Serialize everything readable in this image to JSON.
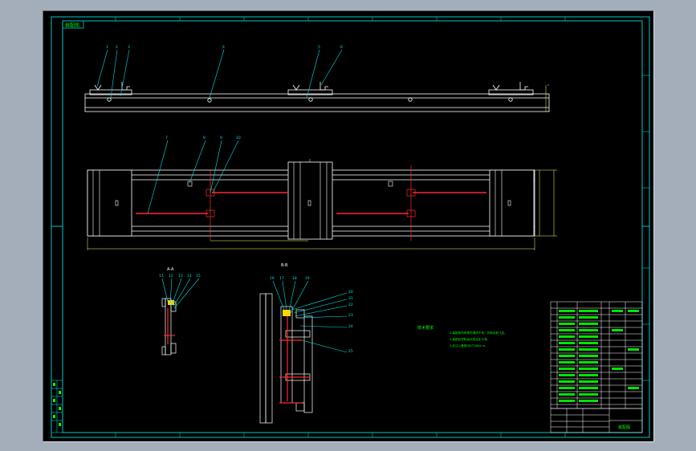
{
  "drawing": {
    "title_tab": "装配图",
    "part_numbers_top": [
      "1",
      "2",
      "3",
      "4",
      "5",
      "6"
    ],
    "part_numbers_mid": [
      "7",
      "8",
      "9",
      "10"
    ],
    "part_numbers_small": [
      "11",
      "12",
      "13",
      "14",
      "15"
    ],
    "part_numbers_section": [
      "16",
      "17",
      "18",
      "19"
    ],
    "part_numbers_right": [
      "20",
      "21",
      "22",
      "23",
      "24",
      "25"
    ],
    "section_label_a": "A-A",
    "section_label_b": "B-B",
    "tech_req_title": "技术要求",
    "tech_req_lines": [
      "1.装配前所有零件清洗干净，去除毛刺飞边。",
      "2.装配后导轨运动灵活无卡滞。",
      "3.未注公差按GB/T1804-m。"
    ],
    "title_block_name": "装配图",
    "colors": {
      "frame": "#00c8c8",
      "part": "#ffffff",
      "leader": "#00e0e0",
      "highlight": "#ff2a2a",
      "text": "#00ff00",
      "dim": "#ffff66"
    }
  }
}
